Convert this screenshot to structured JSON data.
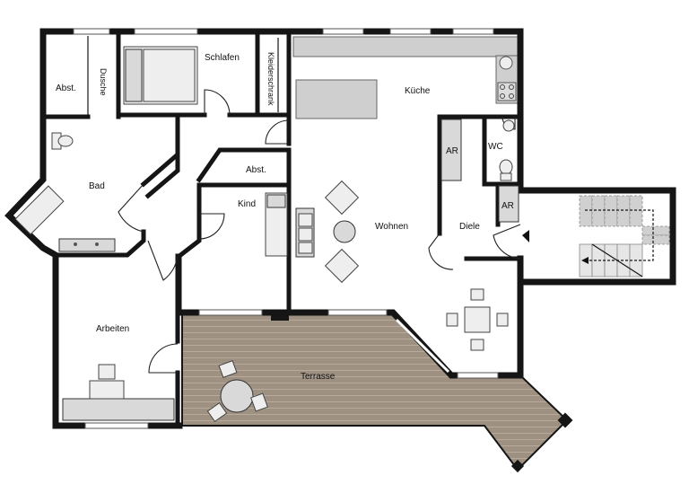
{
  "rooms": {
    "abst_bad": "Abst.",
    "dusche": "Dusche",
    "schlafen": "Schlafen",
    "kleiderschrank": "Kleiderschrank",
    "kueche": "Küche",
    "bad": "Bad",
    "abst_kind": "Abst.",
    "kind": "Kind",
    "wohnen": "Wohnen",
    "ar_top": "AR",
    "wc": "WC",
    "ar_bottom": "AR",
    "diele": "Diele",
    "arbeiten": "Arbeiten",
    "terrasse": "Terrasse"
  },
  "colors": {
    "wall": "#151515",
    "terrace_wood": "#9c8e7f",
    "terrace_plank": "#b3a597",
    "kitchen_counter": "#cfcfcf",
    "background": "#ffffff"
  }
}
